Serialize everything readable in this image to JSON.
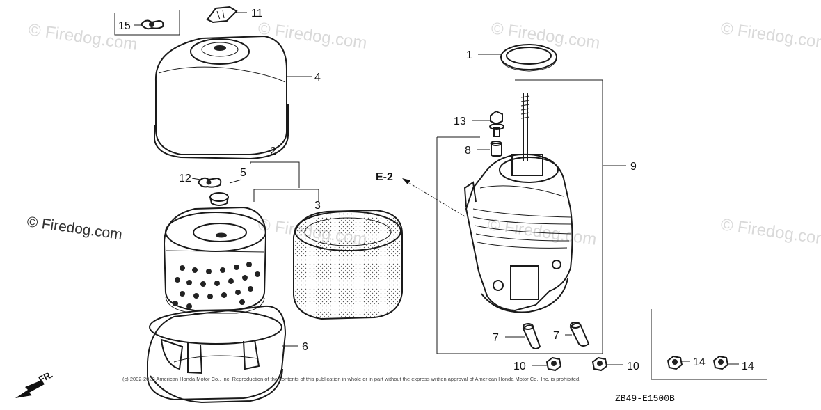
{
  "watermarks": [
    "© Firedog.com",
    "© Firedog.com",
    "© Firedog.com",
    "© Firedog.com",
    "© Firedog.com",
    "© Firedog.com",
    "© Firedog.com"
  ],
  "callouts": {
    "p1": "1",
    "p2": "2",
    "p3": "3",
    "p4": "4",
    "p5": "5",
    "p6": "6",
    "p7a": "7",
    "p7b": "7",
    "p8": "8",
    "p9": "9",
    "p10a": "10",
    "p10b": "10",
    "p11": "11",
    "p12": "12",
    "p13": "13",
    "p14a": "14",
    "p14b": "14",
    "p15": "15"
  },
  "reference": "E-2",
  "direction": "FR.",
  "copyright": "(c) 2002-2023 American Honda Motor Co., Inc. Reproduction of the contents of this publication in whole or in part without the express written approval of American Honda Motor Co., Inc. is prohibited.",
  "diagram_code": "ZB49-E1500B"
}
